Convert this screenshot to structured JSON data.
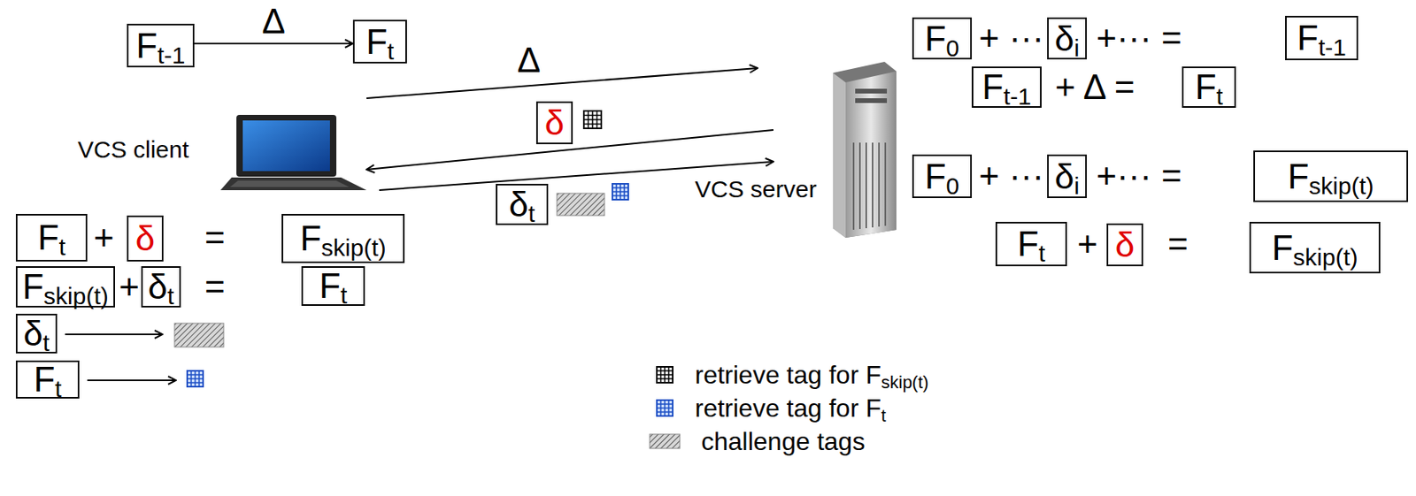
{
  "diagram": {
    "nodes": [
      {
        "text": [
          "F",
          "t-1"
        ]
      },
      {
        "text": [
          "F",
          "t"
        ]
      },
      {
        "text": [
          "δ"
        ]
      },
      {
        "text": [
          "δ",
          "t"
        ]
      },
      {
        "text": [
          "F",
          "t"
        ]
      },
      {
        "text": [
          "δ"
        ]
      },
      {
        "text": [
          "F",
          "skip(t)"
        ]
      },
      {
        "text": [
          "F",
          "skip(t)"
        ]
      },
      {
        "text": [
          "δ",
          "t"
        ]
      },
      {
        "text": [
          "F",
          "t"
        ]
      },
      {
        "text": [
          "δ",
          "t"
        ]
      },
      {
        "text": [
          "F",
          "t"
        ]
      },
      {
        "text": [
          "F",
          "0"
        ]
      },
      {
        "text": [
          "δ",
          "i"
        ]
      },
      {
        "text": [
          "F",
          "t-1"
        ]
      },
      {
        "text": [
          "F",
          "t-1"
        ]
      },
      {
        "text": [
          "F",
          "t"
        ]
      },
      {
        "text": [
          "F",
          "0"
        ]
      },
      {
        "text": [
          "δ",
          "i"
        ]
      },
      {
        "text": [
          "F",
          "skip(t)"
        ]
      },
      {
        "text": [
          "F",
          "t"
        ]
      },
      {
        "text": [
          "δ"
        ]
      },
      {
        "text": [
          "F",
          "skip(t)"
        ]
      }
    ],
    "edges": [
      {
        "from": 0,
        "to": 1,
        "label": "Δ",
        "arrow": "to"
      }
    ],
    "labels": [
      "Δ",
      "VCS client",
      "VCS server",
      "+",
      "=",
      "+",
      "=",
      "+ ···",
      "+··· =",
      "+ Δ =",
      "+ ···",
      "+··· =",
      "+",
      "=",
      "skip(t)",
      "t"
    ],
    "legend": [
      {
        "text": "retrieve tag for F"
      },
      {
        "text": "retrieve tag for F"
      },
      {
        "text": "challenge tags"
      }
    ]
  }
}
